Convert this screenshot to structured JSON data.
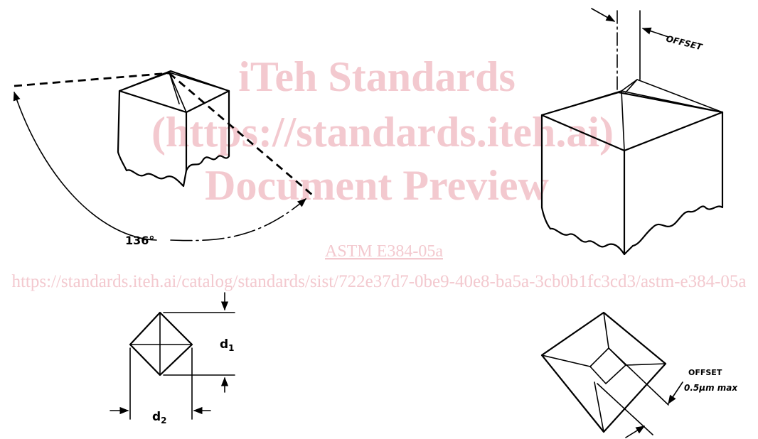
{
  "watermark": {
    "line1": "iTeh Standards",
    "line2": "(https://standards.iteh.ai)",
    "line3": "Document Preview",
    "doc_link": "ASTM E384-05a",
    "url": "https://standards.iteh.ai/catalog/standards/sist/722e37d7-0be9-40e8-ba5a-3cb0b1fc3cd3/astm-e384-05a",
    "color": "#f3c9cf"
  },
  "labels": {
    "angle": "136°",
    "d1": "d",
    "d1_sub": "1",
    "d2": "d",
    "d2_sub": "2",
    "offset_top": "OFFSET",
    "offset_bottom_line1": "OFFSET",
    "offset_bottom_line2": "0.5μm max"
  }
}
